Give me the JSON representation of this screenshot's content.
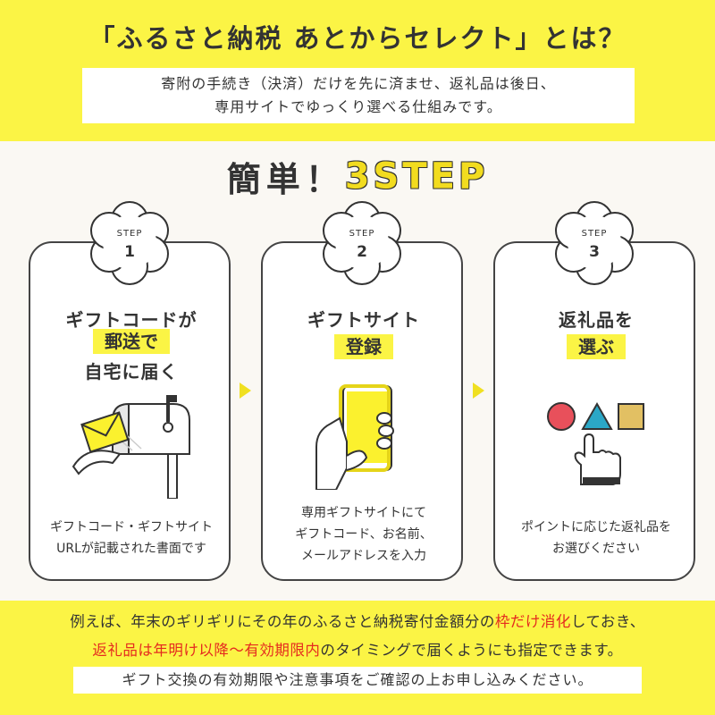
{
  "header": {
    "title": "「ふるさと納税 あとからセレクト」とは？",
    "intro_lines": [
      "寄附の手続き（決済）だけを先に済ませ、返礼品は後日、",
      "専用サイトでゆっくり選べる仕組みです。"
    ]
  },
  "steps_heading": {
    "jp": "簡単！",
    "en": "3STEP"
  },
  "steps": [
    {
      "badge_label": "STEP",
      "badge_number": "1",
      "heading_top": "ギフトコードが",
      "heading_highlight": "郵送で",
      "heading_bottom": "自宅に届く",
      "icon": "mailbox-with-envelope-icon",
      "desc_lines": [
        "ギフトコード・ギフトサイト",
        "URLが記載された書面です"
      ]
    },
    {
      "badge_label": "STEP",
      "badge_number": "2",
      "heading_top": "ギフトサイト",
      "heading_highlight": "登録",
      "heading_bottom": "",
      "icon": "hand-holding-phone-icon",
      "desc_lines": [
        "専用ギフトサイトにて",
        "ギフトコード、お名前、",
        "メールアドレスを入力"
      ]
    },
    {
      "badge_label": "STEP",
      "badge_number": "3",
      "heading_top": "返礼品を",
      "heading_highlight": "選ぶ",
      "heading_bottom": "",
      "icon": "shapes-and-pointing-hand-icon",
      "desc_lines": [
        "ポイントに応じた返礼品を",
        "お選びください"
      ]
    }
  ],
  "footer": {
    "note1_pre": "例えば、年末のギリギリにその年のふるさと納税寄付金額分の",
    "note1_red": "枠だけ消化",
    "note1_post": "しておき、",
    "note2_red": "返礼品は年明け以降〜有効期限内",
    "note2_post": "のタイミングで届くようにも指定できます。",
    "notice": "ギフト交換の有効期限や注意事項をご確認の上お申し込みください。"
  },
  "colors": {
    "yellow": "#fbf445",
    "accent_red": "#e52b1f",
    "shape_circle": "#e8505b",
    "shape_triangle": "#2ba7c6",
    "shape_square": "#e2c063"
  }
}
